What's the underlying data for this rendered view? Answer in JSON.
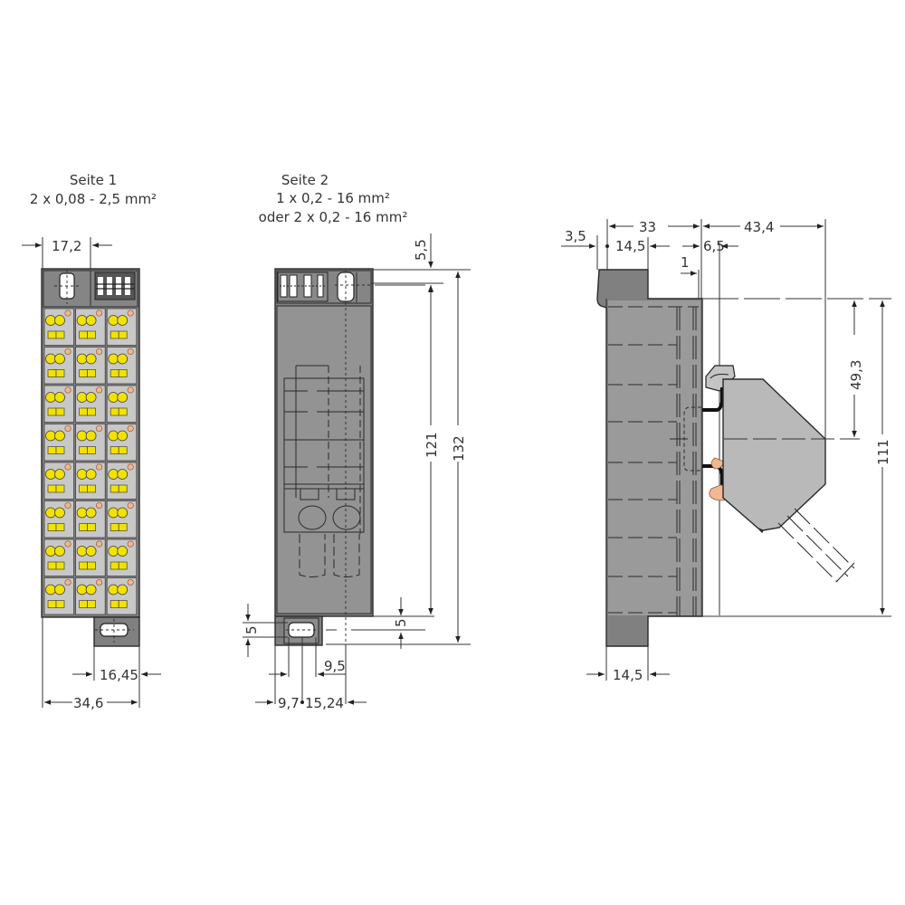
{
  "views": {
    "side1": {
      "caption_line1": "Seite 1",
      "caption_line2": "2 x 0,08 - 2,5 mm²",
      "dims": {
        "top_width": "17,2",
        "foot_width": "16,45",
        "total_width": "34,6"
      },
      "grid": {
        "rows": 8,
        "cols": 3
      }
    },
    "side2": {
      "caption_line1": "Seite 2",
      "caption_line2": "1 x 0,2 - 16 mm²",
      "caption_line3": "oder 2 x 0,2 - 16 mm²",
      "dims": {
        "top_offset": "5,5",
        "inner_height": "121",
        "total_height": "132",
        "hole_height_left": "5",
        "hole_height_right": "5",
        "hole_offset": "9,5",
        "hole_center": "9,7",
        "pitch": "15,24"
      }
    },
    "profile": {
      "dims": {
        "left_offset": "3,5",
        "depth": "33",
        "module_depth": "43,4",
        "rail_width": "14,5",
        "gap": "6,5",
        "lip": "1",
        "center_height": "49,3",
        "total_height": "111",
        "foot_width": "14,5"
      }
    }
  },
  "colors": {
    "housing_dark": "#808080",
    "housing_light": "#b9b9b9",
    "terminal_bg": "#c8c8c8",
    "terminal_yellow": "#f2e200",
    "terminal_orange": "#f0b890",
    "wire_black": "#1a1a1a",
    "line": "#333333"
  }
}
